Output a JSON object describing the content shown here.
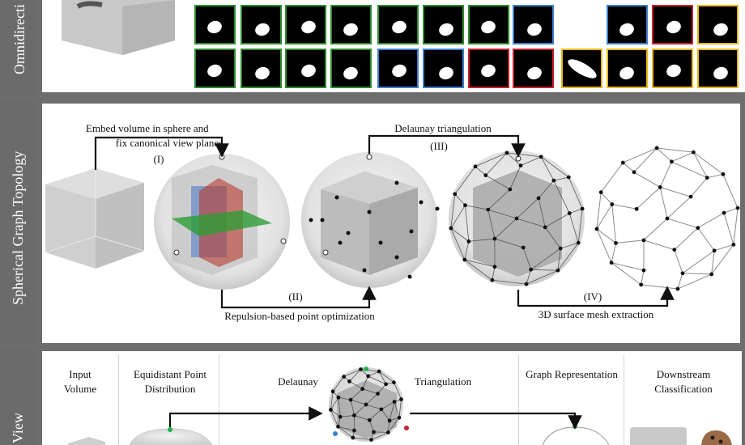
{
  "colors": {
    "green": "#2e8b2e",
    "blue": "#3b7fd0",
    "red": "#c8202c",
    "yellow": "#e6b817",
    "sidebar": "#6b6b6b",
    "panel": "#ffffff"
  },
  "rows": {
    "top": {
      "title": "Omnidirecti"
    },
    "middle": {
      "title": "Spherical Graph Topology",
      "embed_label": "Embed  volume in sphere and",
      "embed_label2": "fix canonical view planes",
      "step1": "(I)",
      "delaunay_label": "Delaunay triangulation",
      "step3": "(III)",
      "step2": "(II)",
      "repulsion_label": "Repulsion-based point optimization",
      "step4": "(IV)",
      "mesh_label": "3D surface mesh extraction"
    },
    "bottom": {
      "title": "View",
      "input_volume": "Input Volume",
      "equidistant": "Equidistant Point Distribution",
      "delaunay": "Delaunay",
      "triangulation": "Triangulation",
      "graph_rep": "Graph Representation",
      "downstream": "Downstream Classification"
    }
  },
  "thumbnail_border_colors": {
    "row1": [
      "green",
      "green",
      "green",
      "green",
      "green",
      "green",
      "green",
      "blue",
      "",
      "blue",
      "red",
      "yellow"
    ],
    "row2": [
      "green",
      "green",
      "green",
      "green",
      "blue",
      "blue",
      "red",
      "red",
      "yellow",
      "yellow",
      "yellow",
      "yellow"
    ]
  }
}
